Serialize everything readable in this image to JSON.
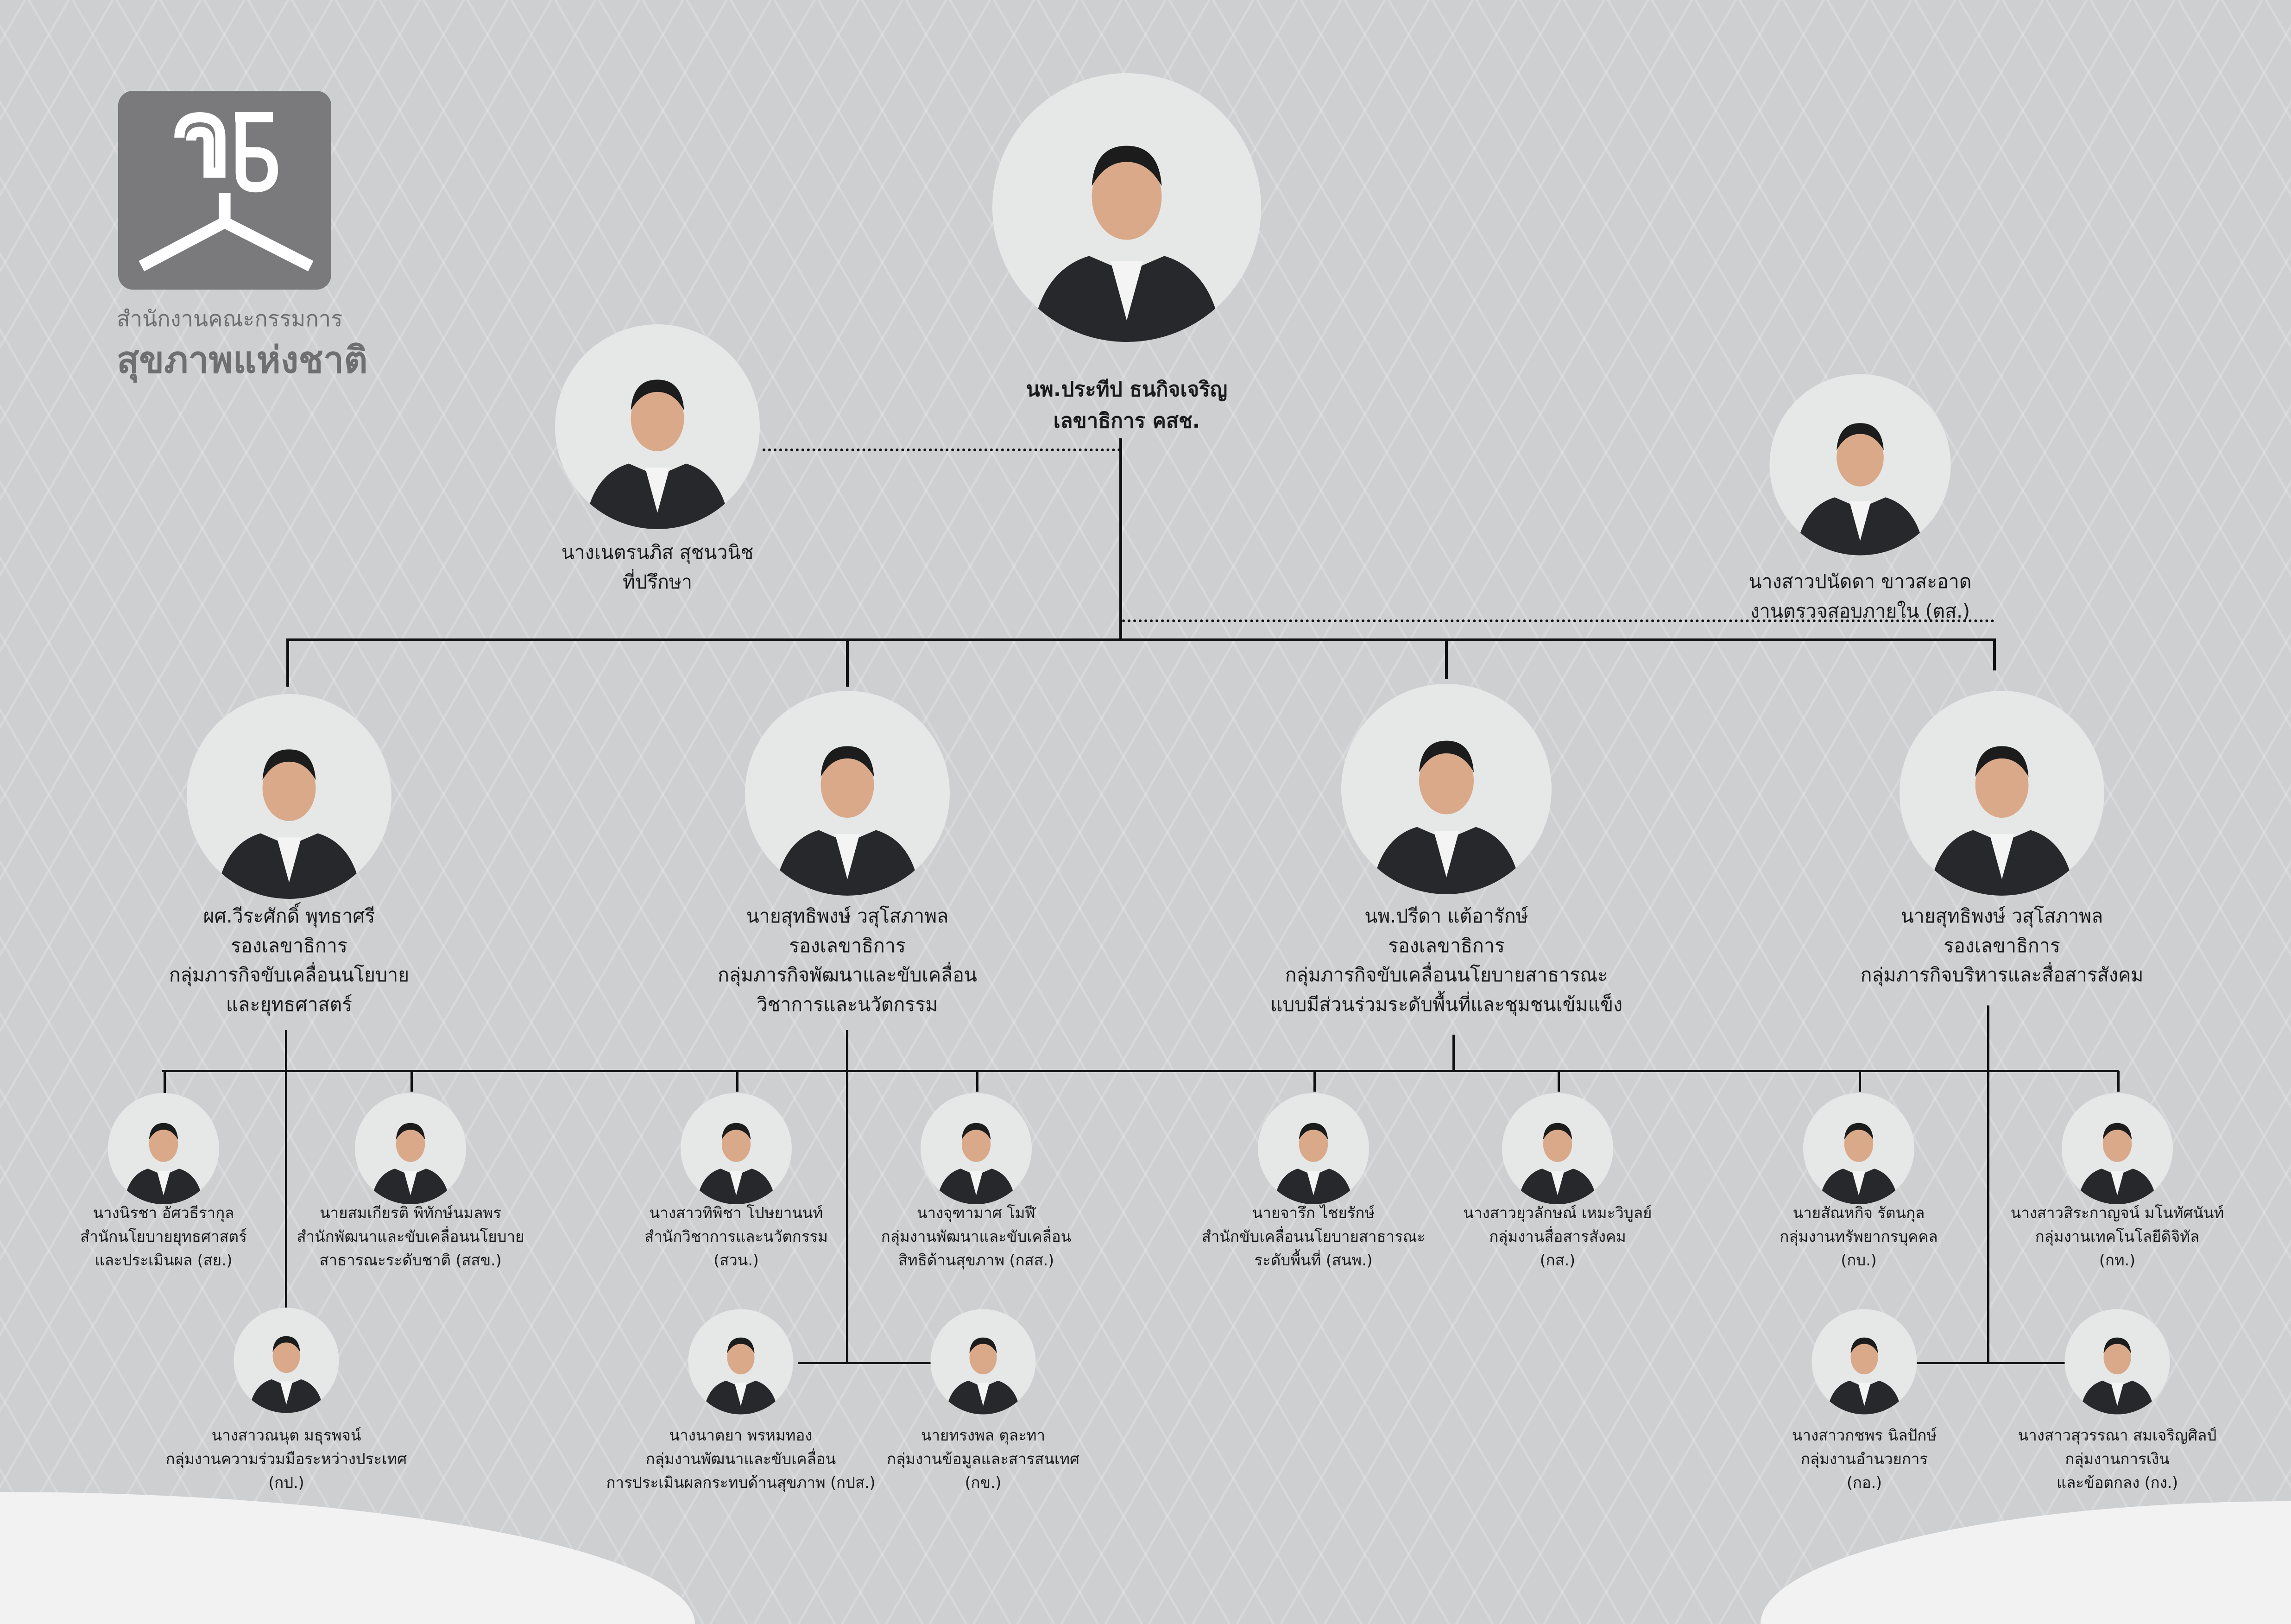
{
  "logo": {
    "line1": "สำนักงานคณะกรรมการ",
    "line2": "สุขภาพแห่งชาติ",
    "mark": "สช"
  },
  "colors": {
    "background": "#cecfd1",
    "logo": "#7a7a7c",
    "line": "#111111",
    "photo_bg": "#e6e8e8"
  },
  "secretary_general": {
    "name": "นพ.ประทีป ธนกิจเจริญ",
    "title": "เลขาธิการ คสช."
  },
  "advisor": {
    "name": "นางเนตรนภิส สุชนวนิช",
    "title": "ที่ปรึกษา"
  },
  "internal_audit": {
    "name": "นางสาวปนัดดา ขาวสะอาด",
    "title": "งานตรวจสอบภายใน (ตส.)"
  },
  "deputies": [
    {
      "name": "ผศ.วีระศักดิ์  พุทธาศรี",
      "lines": [
        "รองเลขาธิการ",
        "กลุ่มภารกิจขับเคลื่อนนโยบาย",
        "และยุทธศาสตร์"
      ]
    },
    {
      "name": "นายสุทธิพงษ์  วสุโสภาพล",
      "lines": [
        "รองเลขาธิการ",
        "กลุ่มภารกิจพัฒนาและขับเคลื่อน",
        "วิชาการและนวัตกรรม"
      ]
    },
    {
      "name": "นพ.ปรีดา  แต้อารักษ์",
      "lines": [
        "รองเลขาธิการ",
        "กลุ่มภารกิจขับเคลื่อนนโยบายสาธารณะ",
        "แบบมีส่วนร่วมระดับพื้นที่และชุมชนเข้มแข็ง"
      ]
    },
    {
      "name": "นายสุทธิพงษ์  วสุโสภาพล",
      "lines": [
        "รองเลขาธิการ",
        "กลุ่มภารกิจบริหารและสื่อสารสังคม"
      ]
    }
  ],
  "staff_row1": [
    {
      "name": "นางนิรชา  อัศวธีรากุล",
      "lines": [
        "สำนักนโยบายยุทธศาสตร์",
        "และประเมินผล (สย.)"
      ]
    },
    {
      "name": "นายสมเกียรติ พิทักษ์นมลพร",
      "lines": [
        "สำนักพัฒนาและขับเคลื่อนนโยบาย",
        "สาธารณะระดับชาติ (สสข.)"
      ]
    },
    {
      "name": "นางสาวทิพิชา โปษยานนท์",
      "lines": [
        "สำนักวิชาการและนวัตกรรม",
        "(สวน.)"
      ]
    },
    {
      "name": "นางจุฑามาศ  โมฬี",
      "lines": [
        "กลุ่มงานพัฒนาและขับเคลื่อน",
        "สิทธิด้านสุขภาพ (กสส.)"
      ]
    },
    {
      "name": "นายจารึก ไชยรักษ์",
      "lines": [
        "สำนักขับเคลื่อนนโยบายสาธารณะ",
        "ระดับพื้นที่ (สนพ.)"
      ]
    },
    {
      "name": "นางสาวยุวลักษณ์ เหมะวิบูลย์",
      "lines": [
        "กลุ่มงานสื่อสารสังคม",
        "(กส.)"
      ]
    },
    {
      "name": "นายสัณหกิจ รัตนกุล",
      "lines": [
        "กลุ่มงานทรัพยากรบุคคล",
        "(กบ.)"
      ]
    },
    {
      "name": "นางสาวสิระกาญจน์ มโนทัศนันท์",
      "lines": [
        "กลุ่มงานเทคโนโลยีดิจิทัล",
        "(กท.)"
      ]
    }
  ],
  "staff_row2": [
    {
      "name": "นางสาวณนุต มธุรพจน์",
      "lines": [
        "กลุ่มงานความร่วมมือระหว่างประเทศ",
        "(กป.)"
      ]
    },
    {
      "name": "นางนาตยา พรหมทอง",
      "lines": [
        "กลุ่มงานพัฒนาและขับเคลื่อน",
        "การประเมินผลกระทบด้านสุขภาพ (กปส.)"
      ]
    },
    {
      "name": "นายทรงพล ตุละทา",
      "lines": [
        "กลุ่มงานข้อมูลและสารสนเทศ",
        "(กข.)"
      ]
    },
    {
      "name": "นางสาวกชพร นิลปักษ์",
      "lines": [
        "กลุ่มงานอำนวยการ",
        "(กอ.)"
      ]
    },
    {
      "name": "นางสาวสุวรรณา สมเจริญศิลป์",
      "lines": [
        "กลุ่มงานการเงิน",
        "และข้อตกลง (กง.)"
      ]
    }
  ]
}
